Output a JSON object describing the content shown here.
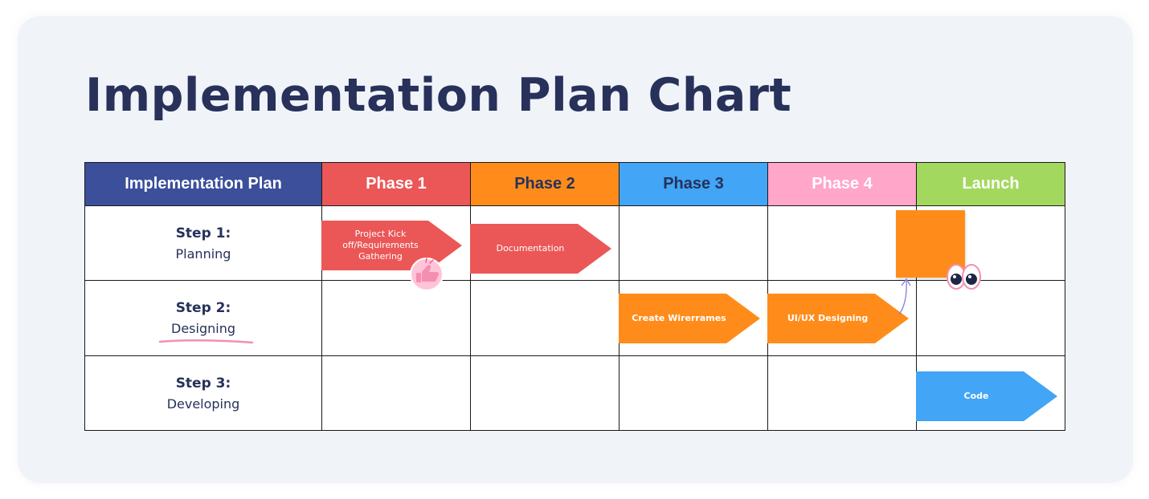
{
  "title": "Implementation Plan Chart",
  "colors": {
    "card_bg": "#f0f3f8",
    "title": "#27315a",
    "header_plan": "#3b4f9b",
    "phase1": "#eb5757",
    "phase2": "#ff8c1a",
    "phase3": "#42a5f5",
    "phase4": "#ffa6c9",
    "launch": "#a3d85f"
  },
  "headers": {
    "plan": "Implementation Plan",
    "phase1": "Phase 1",
    "phase2": "Phase 2",
    "phase3": "Phase 3",
    "phase4": "Phase 4",
    "launch": "Launch"
  },
  "steps": [
    {
      "num": "Step 1:",
      "name": "Planning"
    },
    {
      "num": "Step 2:",
      "name": "Designing"
    },
    {
      "num": "Step 3:",
      "name": "Developing"
    }
  ],
  "tasks": {
    "kickoff": [
      "Project Kick",
      "off/Requirements",
      "Gathering"
    ],
    "documentation": "Documentation",
    "wireframes": "Create Wirerrames",
    "uiux": "UI/UX Designing",
    "code": "Code"
  },
  "stickers": [
    "thumbs-up-icon",
    "googly-eyes-icon"
  ]
}
